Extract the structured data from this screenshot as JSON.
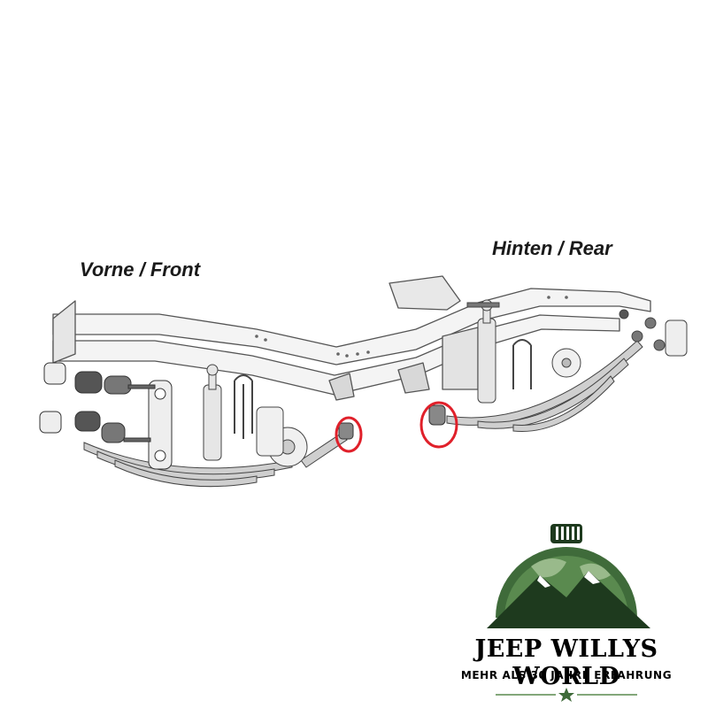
{
  "labels": {
    "front": "Vorne / Front",
    "rear": "Hinten / Rear"
  },
  "logo": {
    "title": "JEEP WILLYS WORLD",
    "subtitle": "MEHR ALS 30 JAHRE ERFAHRUNG",
    "star_icon": "star-icon",
    "globe_icon": "globe-mountain-icon"
  },
  "colors": {
    "highlight": "#e0202a",
    "logo_green": "#3f6b3a",
    "logo_dark": "#1e3a1e",
    "text_dark": "#1a1a1a",
    "line": "#555555"
  },
  "highlights": [
    {
      "name": "front-shackle-highlight",
      "part": "front-spring-shackle"
    },
    {
      "name": "rear-shackle-highlight",
      "part": "rear-spring-shackle"
    }
  ]
}
